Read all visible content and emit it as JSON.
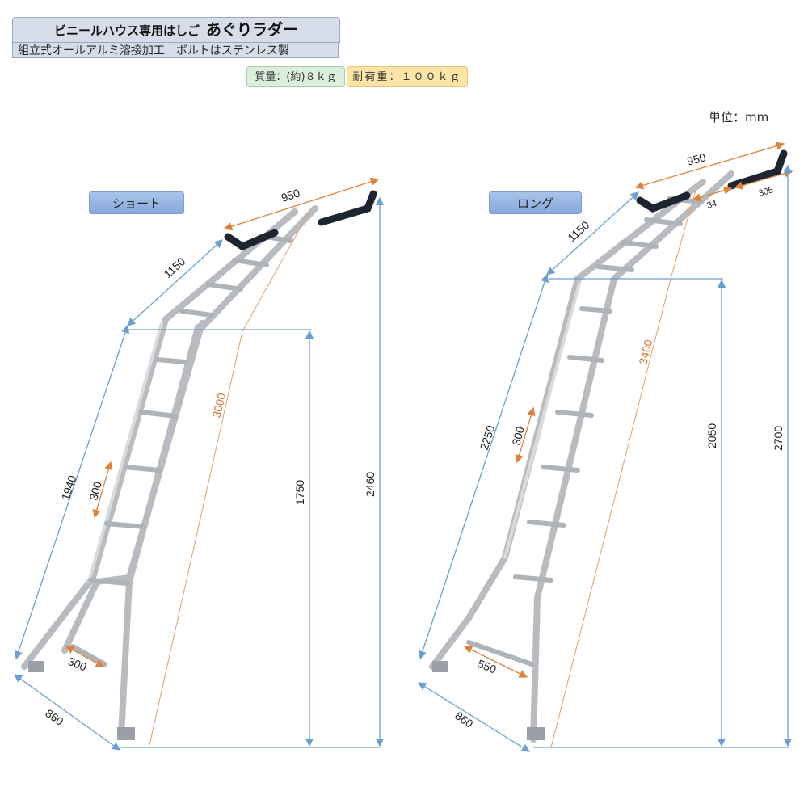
{
  "header": {
    "title_main": "ビニールハウス専用はしご",
    "title_product": "あぐりラダー",
    "subtitle": "組立式オールアルミ溶接加工　ボルトはステンレス製",
    "weight": "質量：(約)８ｋｇ",
    "load": "耐荷重：１００ｋｇ"
  },
  "unit": "単位：mm",
  "short": {
    "label": "ショート",
    "dims": {
      "top_width": "950",
      "upper": "1150",
      "lower": "1940",
      "rung_pitch": "300",
      "foot": "300",
      "base": "860",
      "total_length": "3000",
      "platform_height": "1750",
      "total_height": "2460"
    }
  },
  "long": {
    "label": "ロング",
    "dims": {
      "top_width": "950",
      "gap": "34",
      "handle": "305",
      "upper": "1150",
      "lower": "2250",
      "rung_pitch": "300",
      "foot": "550",
      "base": "860",
      "total_length": "3400",
      "platform_height": "2050",
      "total_height": "2700"
    }
  },
  "colors": {
    "blue_dim": "#6a9fd0",
    "orange_dim": "#e0813a"
  }
}
